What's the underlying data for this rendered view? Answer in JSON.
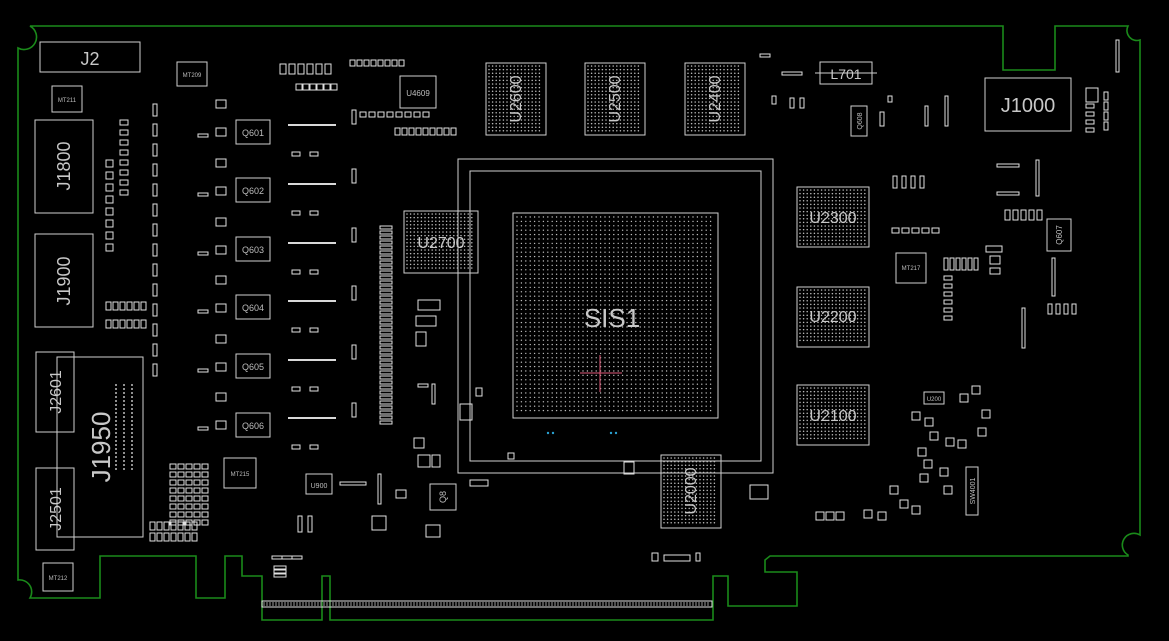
{
  "viewer": {
    "background": "#000000",
    "outline_color": "#1a8a1a",
    "silkscreen_color": "#cfcfcf",
    "cursor_color": "#e05a7a"
  },
  "board": {
    "main_chip": "SIS1",
    "connectors": {
      "j2": "J2",
      "j1800": "J1800",
      "j1900": "J1900",
      "j2601": "J2601",
      "j2501": "J2501",
      "j1950": "J1950",
      "j1000": "J1000"
    },
    "memory": {
      "u2600": "U2600",
      "u2500": "U2500",
      "u2400": "U2400",
      "u2700": "U2700",
      "u2300": "U2300",
      "u2200": "U2200",
      "u2100": "U2100",
      "u2000": "U2000"
    },
    "inductor": "L701",
    "mosfets": {
      "q601": "Q601",
      "q602": "Q602",
      "q603": "Q603",
      "q604": "Q604",
      "q605": "Q605",
      "q606": "Q606"
    },
    "small_parts": {
      "u4609": "U4609",
      "u900": "U900",
      "u200": "U200",
      "q608": "Q608",
      "q607": "Q607",
      "q8": "Q8",
      "sw4001": "SW4001"
    },
    "mounting": {
      "mt209": "MT209",
      "mt211": "MT211",
      "mt212": "MT212",
      "mt215": "MT215",
      "mt217": "MT217"
    }
  }
}
